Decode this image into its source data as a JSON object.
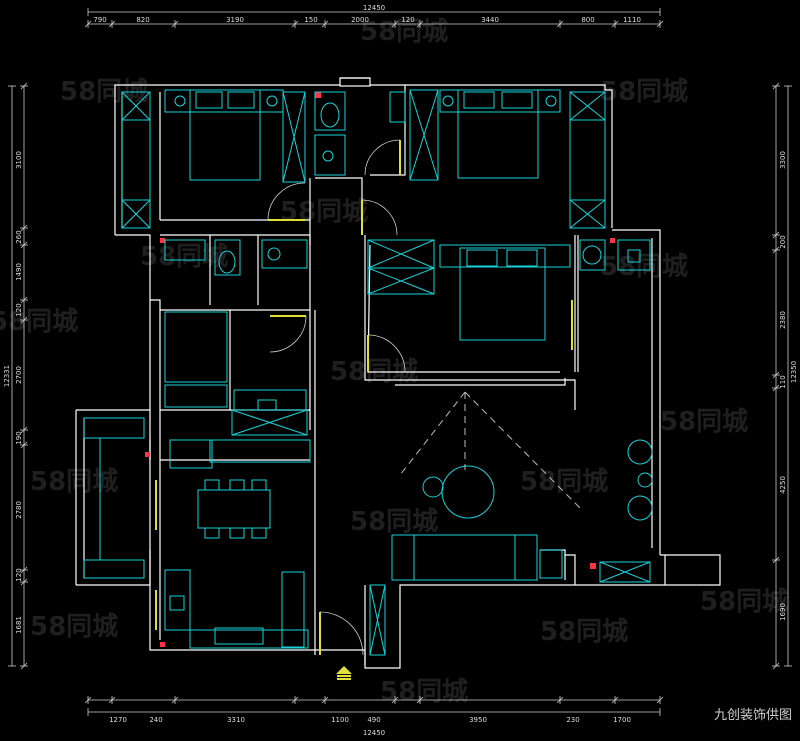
{
  "watermark": "58同城",
  "caption": "九创装饰供图",
  "dims": {
    "top_total": "12450",
    "top": [
      "790",
      "820",
      "3190",
      "150",
      "2000",
      "120",
      "3440",
      "800",
      "1110"
    ],
    "bottom_total": "12450",
    "bottom": [
      "1270",
      "240",
      "3310",
      "1100",
      "490",
      "3950",
      "230",
      "1700"
    ],
    "left_total": "12331",
    "left": [
      "3100",
      "260",
      "1490",
      "120",
      "2700",
      "190",
      "2780",
      "120",
      "1681"
    ],
    "right_total": "12350",
    "right": [
      "3300",
      "200",
      "2380",
      "110",
      "4250",
      "1690"
    ]
  },
  "colors": {
    "wall": "#ffffff",
    "furniture": "#19d3da",
    "door": "#e2df3a",
    "accent": "#ff3344",
    "background": "#000000"
  }
}
